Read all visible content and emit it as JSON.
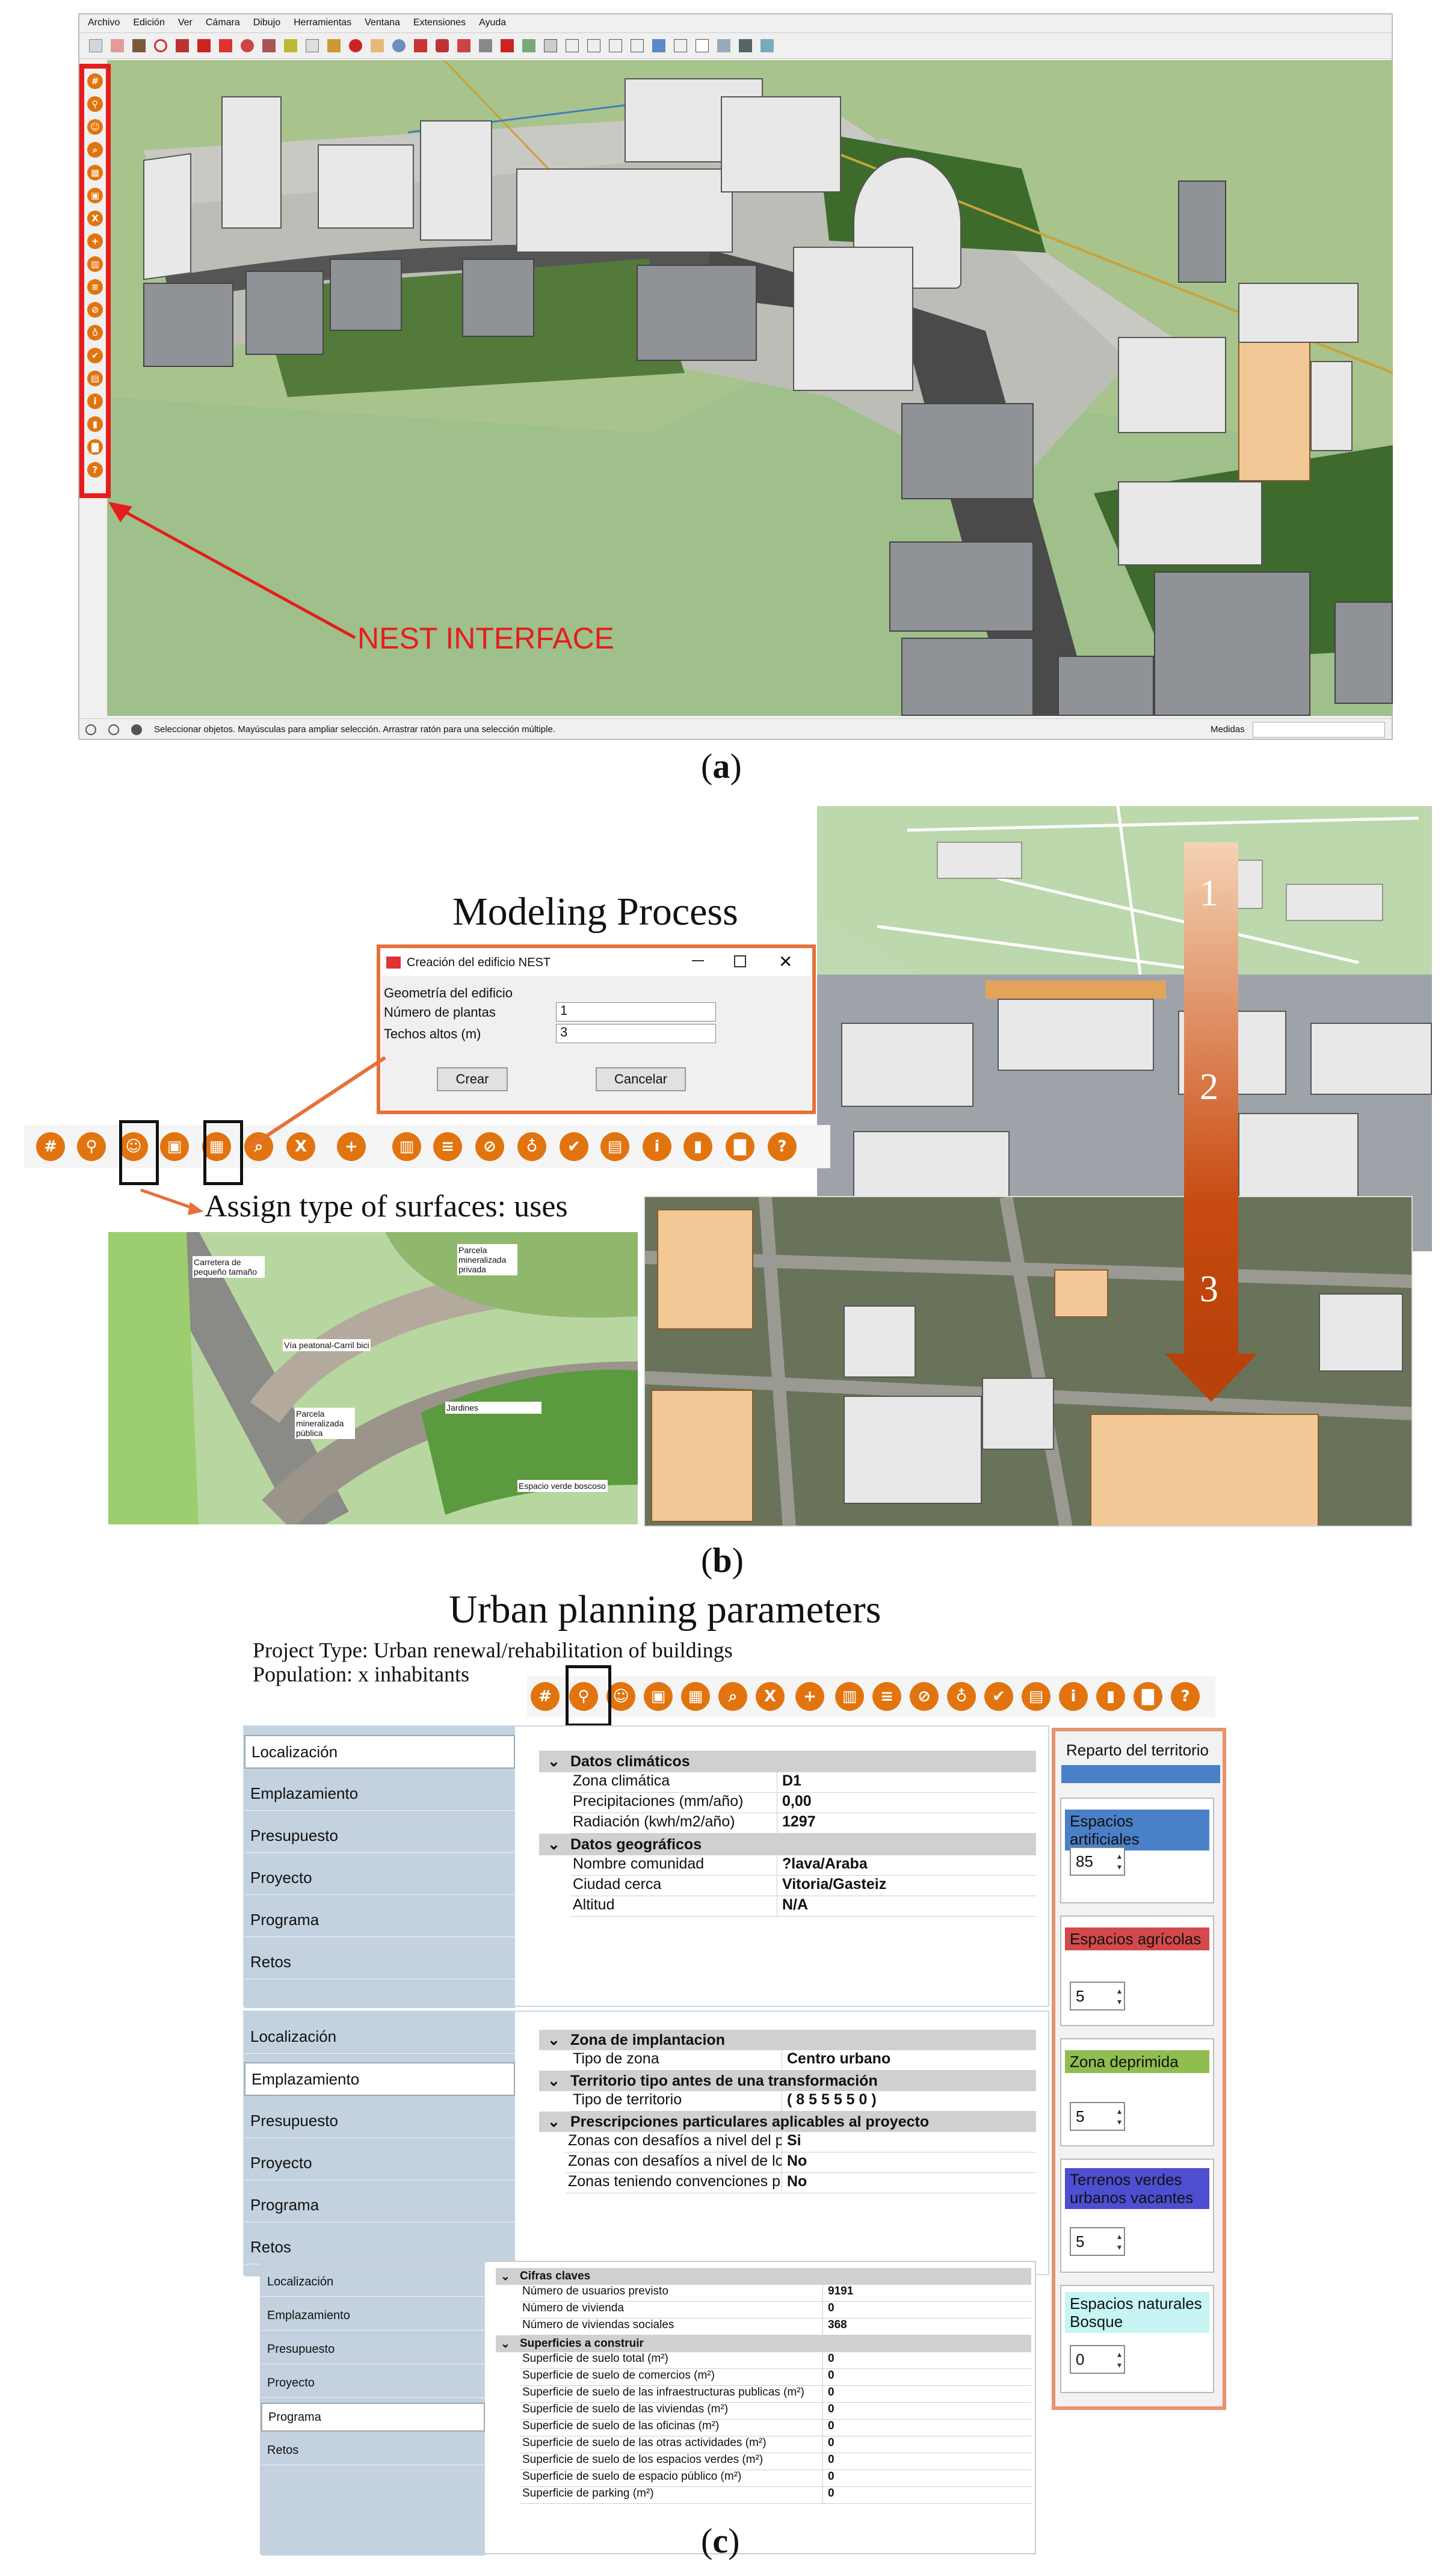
{
  "panel_a": {
    "menu": [
      "Archivo",
      "Edición",
      "Ver",
      "Cámara",
      "Dibujo",
      "Herramientas",
      "Ventana",
      "Extensiones",
      "Ayuda"
    ],
    "annotation": "NEST INTERFACE",
    "status_text": "Seleccionar objetos. Mayúsculas para ampliar selección. Arrastrar ratón para una selección múltiple.",
    "measure_label": "Medidas",
    "caption": "(a)",
    "caption_letter": "a"
  },
  "panel_b": {
    "title": "Modeling Process",
    "dialog": {
      "title": "Creación del edificio NEST",
      "section": "Geometría del edificio",
      "field1_label": "Número de plantas",
      "field1_value": "1",
      "field2_label": "Techos altos (m)",
      "field2_value": "3",
      "create_button": "Crear",
      "cancel_button": "Cancelar"
    },
    "assign_label": "Assign type of surfaces: uses",
    "step_numbers": [
      "1",
      "2",
      "3"
    ],
    "surface_labels": [
      "Carretera de pequeño tamaño",
      "Parcela mineralizada privada",
      "Vía peatonal-Carril bici",
      "Parcela mineralizada pública",
      "Jardines",
      "Espacio verde boscoso"
    ],
    "caption_letter": "b"
  },
  "panel_c": {
    "title": "Urban planning parameters",
    "project_type": "Project Type: Urban renewal/rehabilitation of buildings",
    "population": "Population: x inhabitants",
    "tabs": [
      "Localización",
      "Emplazamiento",
      "Presupuesto",
      "Proyecto",
      "Programa",
      "Retos"
    ],
    "localizacion": {
      "h1": "Datos climáticos",
      "rows1": [
        [
          "Zona climática",
          "D1"
        ],
        [
          "Precipitaciones (mm/año)",
          "0,00"
        ],
        [
          "Radiación (kwh/m2/año)",
          "1297"
        ]
      ],
      "h2": "Datos geográficos",
      "rows2": [
        [
          "Nombre comunidad",
          "?lava/Araba"
        ],
        [
          "Ciudad cerca",
          "Vitoria/Gasteiz"
        ],
        [
          "Altitud",
          "N/A"
        ]
      ]
    },
    "emplazamiento": {
      "h1": "Zona de implantacion",
      "r1": [
        "Tipo de zona",
        "Centro urbano"
      ],
      "h2": "Territorio tipo antes de una transformación",
      "r2": [
        "Tipo de territorio",
        "( 8 5 5 5 5 0 )"
      ],
      "h3": "Prescripciones particulares aplicables al proyecto",
      "rows3": [
        [
          "Zonas con desafíos a nivel del p",
          "Si"
        ],
        [
          "Zonas con desafíos a nivel de lo",
          "No"
        ],
        [
          "Zonas teniendo convenciones p",
          "No"
        ]
      ]
    },
    "programa": {
      "h1": "Cifras claves",
      "rows1": [
        [
          "Número de usuarios previsto",
          "9191"
        ],
        [
          "Número de vivienda",
          "0"
        ],
        [
          "Número de viviendas sociales",
          "368"
        ]
      ],
      "h2": "Superficies a construir",
      "rows2": [
        [
          "Superficie de suelo total (m²)",
          "0"
        ],
        [
          "Superficie de suelo de comercios (m²)",
          "0"
        ],
        [
          "Superficie de suelo de las infraestructuras publicas (m²)",
          "0"
        ],
        [
          "Superficie de suelo de las viviendas (m²)",
          "0"
        ],
        [
          "Superficie de suelo de las oficinas (m²)",
          "0"
        ],
        [
          "Superficie de suelo de las otras actividades (m²)",
          "0"
        ],
        [
          "Superficie de suelo de los espacios verdes (m²)",
          "0"
        ],
        [
          "Superficie de suelo de espacio público (m²)",
          "0"
        ],
        [
          "Superficie de parking (m²)",
          "0"
        ]
      ]
    },
    "reparto": {
      "title": "Reparto del territorio",
      "items": [
        {
          "label": "Espacios artificiales",
          "value": "85",
          "color": "#4a80c8"
        },
        {
          "label": "Espacios agrícolas",
          "value": "5",
          "color": "#d4494b"
        },
        {
          "label": "Zona deprimida",
          "value": "5",
          "color": "#8fbd4f"
        },
        {
          "label": "Terrenos verdes urbanos vacantes",
          "value": "5",
          "color": "#4d4ed0"
        },
        {
          "label": "Espacios naturales Bosque",
          "value": "0",
          "color": "#c6f5f3"
        }
      ]
    },
    "caption_letter": "c"
  },
  "icons": [
    "grid-icon",
    "location-pin-icon",
    "users-icon",
    "floorplan-icon",
    "building-icon",
    "building-search-icon",
    "cross-icon",
    "add-building-icon",
    "city-icon",
    "road-icon",
    "crossed-road-icon",
    "bicycle-icon",
    "check-icon",
    "calculator-icon",
    "info-icon",
    "battery-icon",
    "bar-chart-icon",
    "help-icon"
  ],
  "colors": {
    "accent_orange": "#e2740f",
    "highlight_red": "#e51d1d",
    "tab_blue": "#c4d2e0",
    "panel_border": "#e7936e"
  }
}
